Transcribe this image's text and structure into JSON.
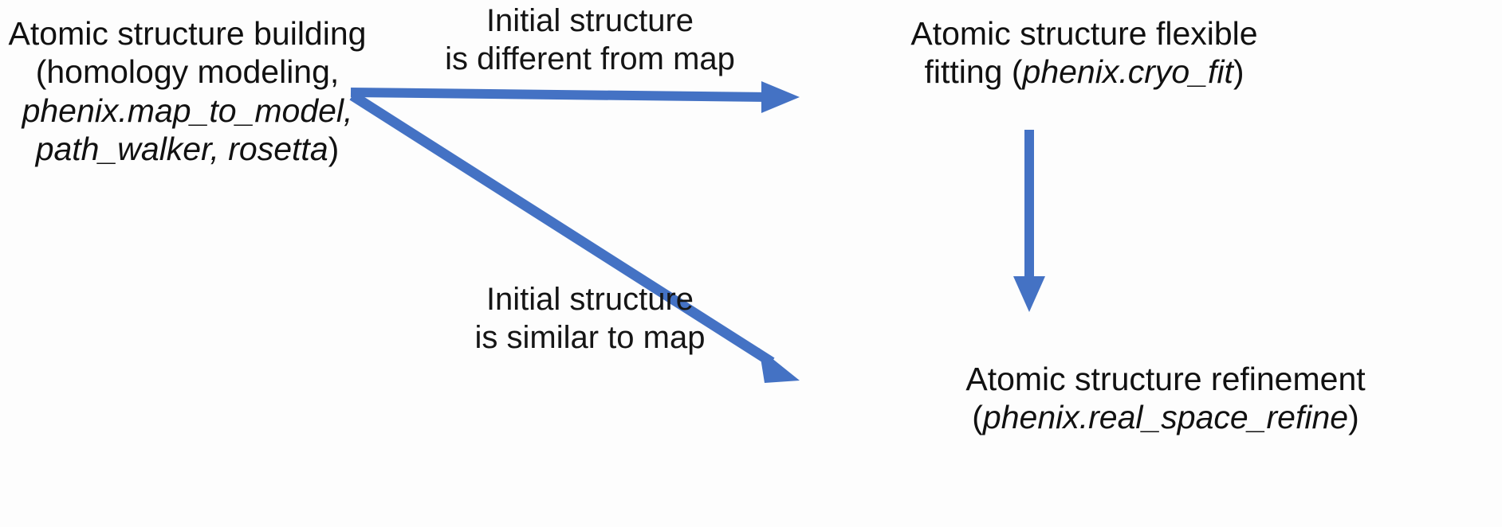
{
  "diagram": {
    "title": "Atomic structure workflow",
    "background_color": "#fdfdfd",
    "arrow_color": "#4472C4",
    "text_color": "#111111",
    "nodes": [
      {
        "id": "building",
        "lines": [
          "Atomic structure building",
          "(homology modeling,",
          "phenix.map_to_model,",
          "path_walker, rosetta)"
        ]
      },
      {
        "id": "flexible_fitting",
        "lines": [
          "Atomic structure flexible",
          "fitting (",
          "phenix.cryo_fit",
          ")"
        ]
      },
      {
        "id": "refinement",
        "lines": [
          "Atomic structure refinement",
          "(",
          "phenix.real_space_refine",
          ")"
        ]
      }
    ],
    "edges": [
      {
        "id": "to_flexible_fitting",
        "from": "building",
        "to": "flexible_fitting",
        "label_lines": [
          "Initial structure",
          "is different from map"
        ],
        "shape": "horizontal-arrow"
      },
      {
        "id": "to_refinement",
        "from": "building",
        "to": "refinement",
        "label_lines": [
          "Initial structure",
          "is similar to map"
        ],
        "shape": "diagonal-arrow"
      },
      {
        "id": "fitting_to_refinement",
        "from": "flexible_fitting",
        "to": "refinement",
        "label_lines": [],
        "shape": "vertical-arrow"
      }
    ]
  },
  "nodes": {
    "building": {
      "line1": "Atomic structure building",
      "line2": "(homology modeling,",
      "line3": "phenix.map_to_model,",
      "line4": "path_walker, rosetta",
      "line4_close": ")"
    },
    "flexible_fitting": {
      "line1": "Atomic structure flexible",
      "line2_prefix": "fitting (",
      "line2_italic": "phenix.cryo_fit",
      "line2_suffix": ")"
    },
    "refinement": {
      "line1": "Atomic structure refinement",
      "line2_prefix": "(",
      "line2_italic": "phenix.real_space_refine",
      "line2_suffix": ")"
    }
  },
  "labels": {
    "different_from_map": {
      "line1": "Initial structure",
      "line2": "is different from map"
    },
    "similar_to_map": {
      "line1": "Initial structure",
      "line2": "is similar to map"
    }
  }
}
